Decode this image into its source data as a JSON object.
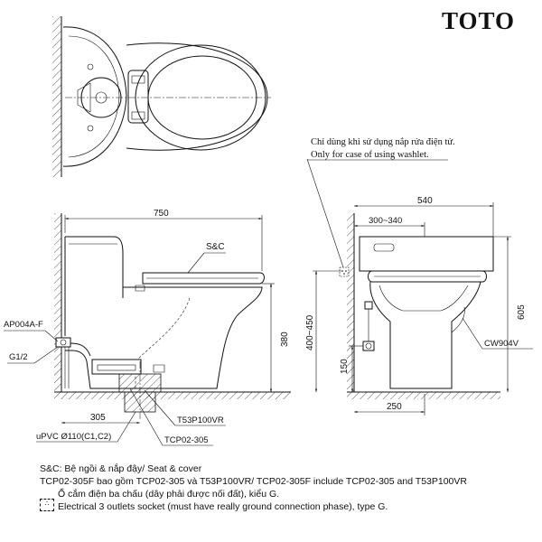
{
  "brand": {
    "logo": "TOTO"
  },
  "dimensions": {
    "total_length": "750",
    "total_width": "540",
    "seat_range": "300~340",
    "height_total": "605",
    "height_range": "400~450",
    "seat_height": "380",
    "socket_height": "150",
    "base_width": "250",
    "rough_in": "305"
  },
  "labels": {
    "seat_cover": "S&C",
    "valve": "AP004A-F",
    "thread": "G1/2",
    "pipe": "uPVC Ø110(C1,C2)",
    "part_t53": "T53P100VR",
    "part_tcp": "TCP02-305",
    "part_cw": "CW904V"
  },
  "washlet_note": {
    "vi": "Chỉ dùng khi sử dụng nắp rửa điện tử.",
    "en": "Only for case of using washlet."
  },
  "notes": {
    "line1": "S&C: Bệ ngồi & nắp đậy/ Seat & cover",
    "line2": "TCP02-305F bao gồm TCP02-305 và T53P100VR/ TCP02-305F include TCP02-305 and T53P100VR",
    "line3": "Ổ cắm điện ba chấu (dây phải được nối đất), kiểu G.",
    "line4": "Electrical 3 outlets socket (must have really ground connection phase), type G."
  }
}
